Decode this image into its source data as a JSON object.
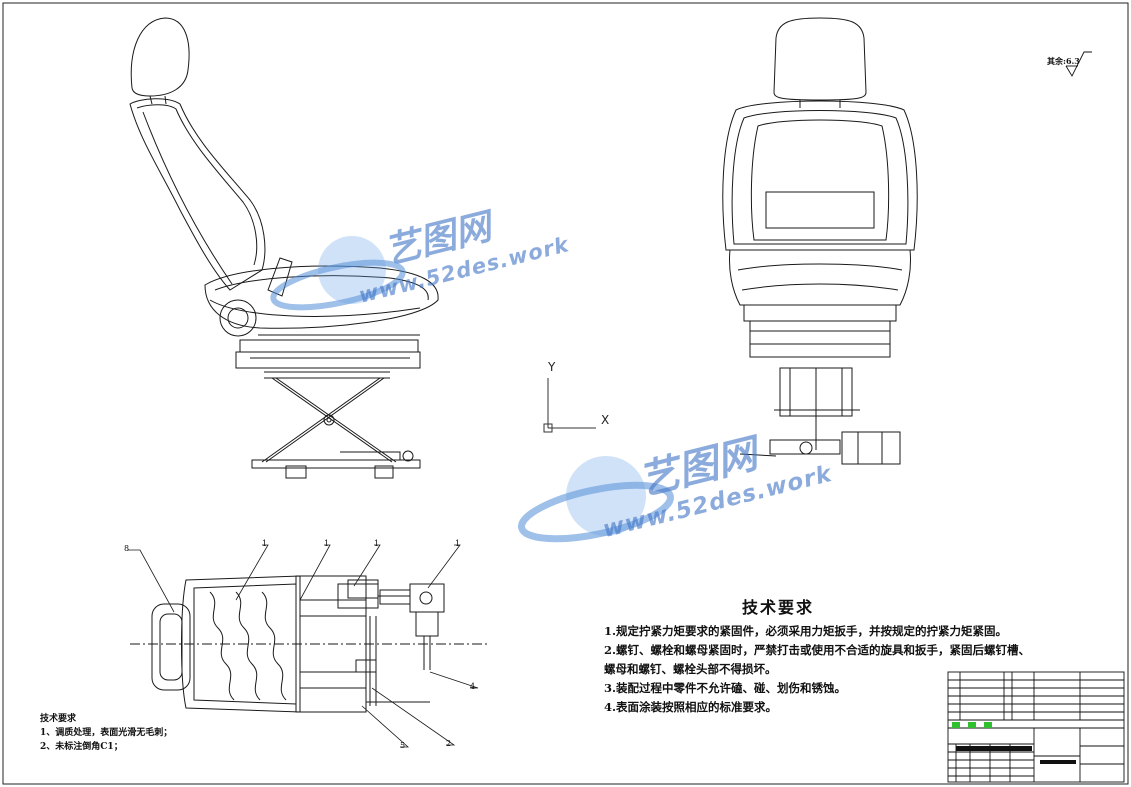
{
  "drawing": {
    "roughness_label": "其余:",
    "roughness_value": "6.3",
    "axis": {
      "x": "X",
      "y": "Y"
    },
    "technical_requirements": {
      "title": "技术要求",
      "items": [
        "1.规定拧紧力矩要求的紧固件，必须采用力矩扳手，并按规定的拧紧力矩紧固。",
        "2.螺钉、螺栓和螺母紧固时，严禁打击或使用不合适的旋具和扳手，紧固后螺钉槽、",
        "螺母和螺钉、螺栓头部不得损坏。",
        "3.装配过程中零件不允许磕、碰、划伤和锈蚀。",
        "4.表面涂装按照相应的标准要求。"
      ]
    },
    "small_requirements": {
      "title": "技术要求",
      "items": [
        "1、调质处理，表面光滑无毛刺；",
        "2、未标注倒角C1；"
      ]
    },
    "callouts": [
      "8",
      "1",
      "1",
      "1",
      "1",
      "4",
      "5",
      "2"
    ]
  },
  "watermark": {
    "cn": "艺图网",
    "url": "www.52des.work"
  },
  "colors": {
    "line": "#1a1a1a",
    "watermark": "#4a7dc8",
    "highlight": "#2fbf2f"
  }
}
